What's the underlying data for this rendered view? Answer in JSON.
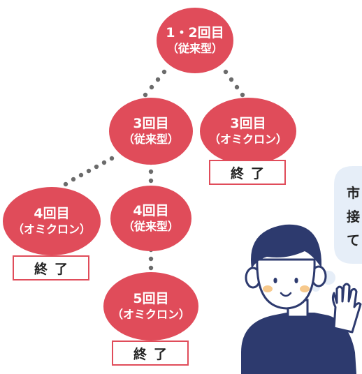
{
  "nodes": [
    {
      "id": "n1",
      "line1": "1・2回目",
      "line2": "（従来型）"
    },
    {
      "id": "n3a",
      "line1": "3回目",
      "line2": "（従来型）"
    },
    {
      "id": "n3b",
      "line1": "3回目",
      "line2": "（オミクロン）"
    },
    {
      "id": "n4a",
      "line1": "4回目",
      "line2": "（オミクロン）"
    },
    {
      "id": "n4b",
      "line1": "4回目",
      "line2": "（従来型）"
    },
    {
      "id": "n5",
      "line1": "5回目",
      "line2": "（オミクロン）"
    }
  ],
  "end_label": "終了",
  "speech_bubble": {
    "lines": [
      "市",
      "接",
      "て"
    ]
  },
  "colors": {
    "node_fill": "#e04c5a",
    "dot": "#6b6b6b",
    "bubble": "#e6eef8",
    "person_shirt": "#2d3a6e",
    "person_hair": "#2d3a6e",
    "skin": "#ffffff"
  }
}
